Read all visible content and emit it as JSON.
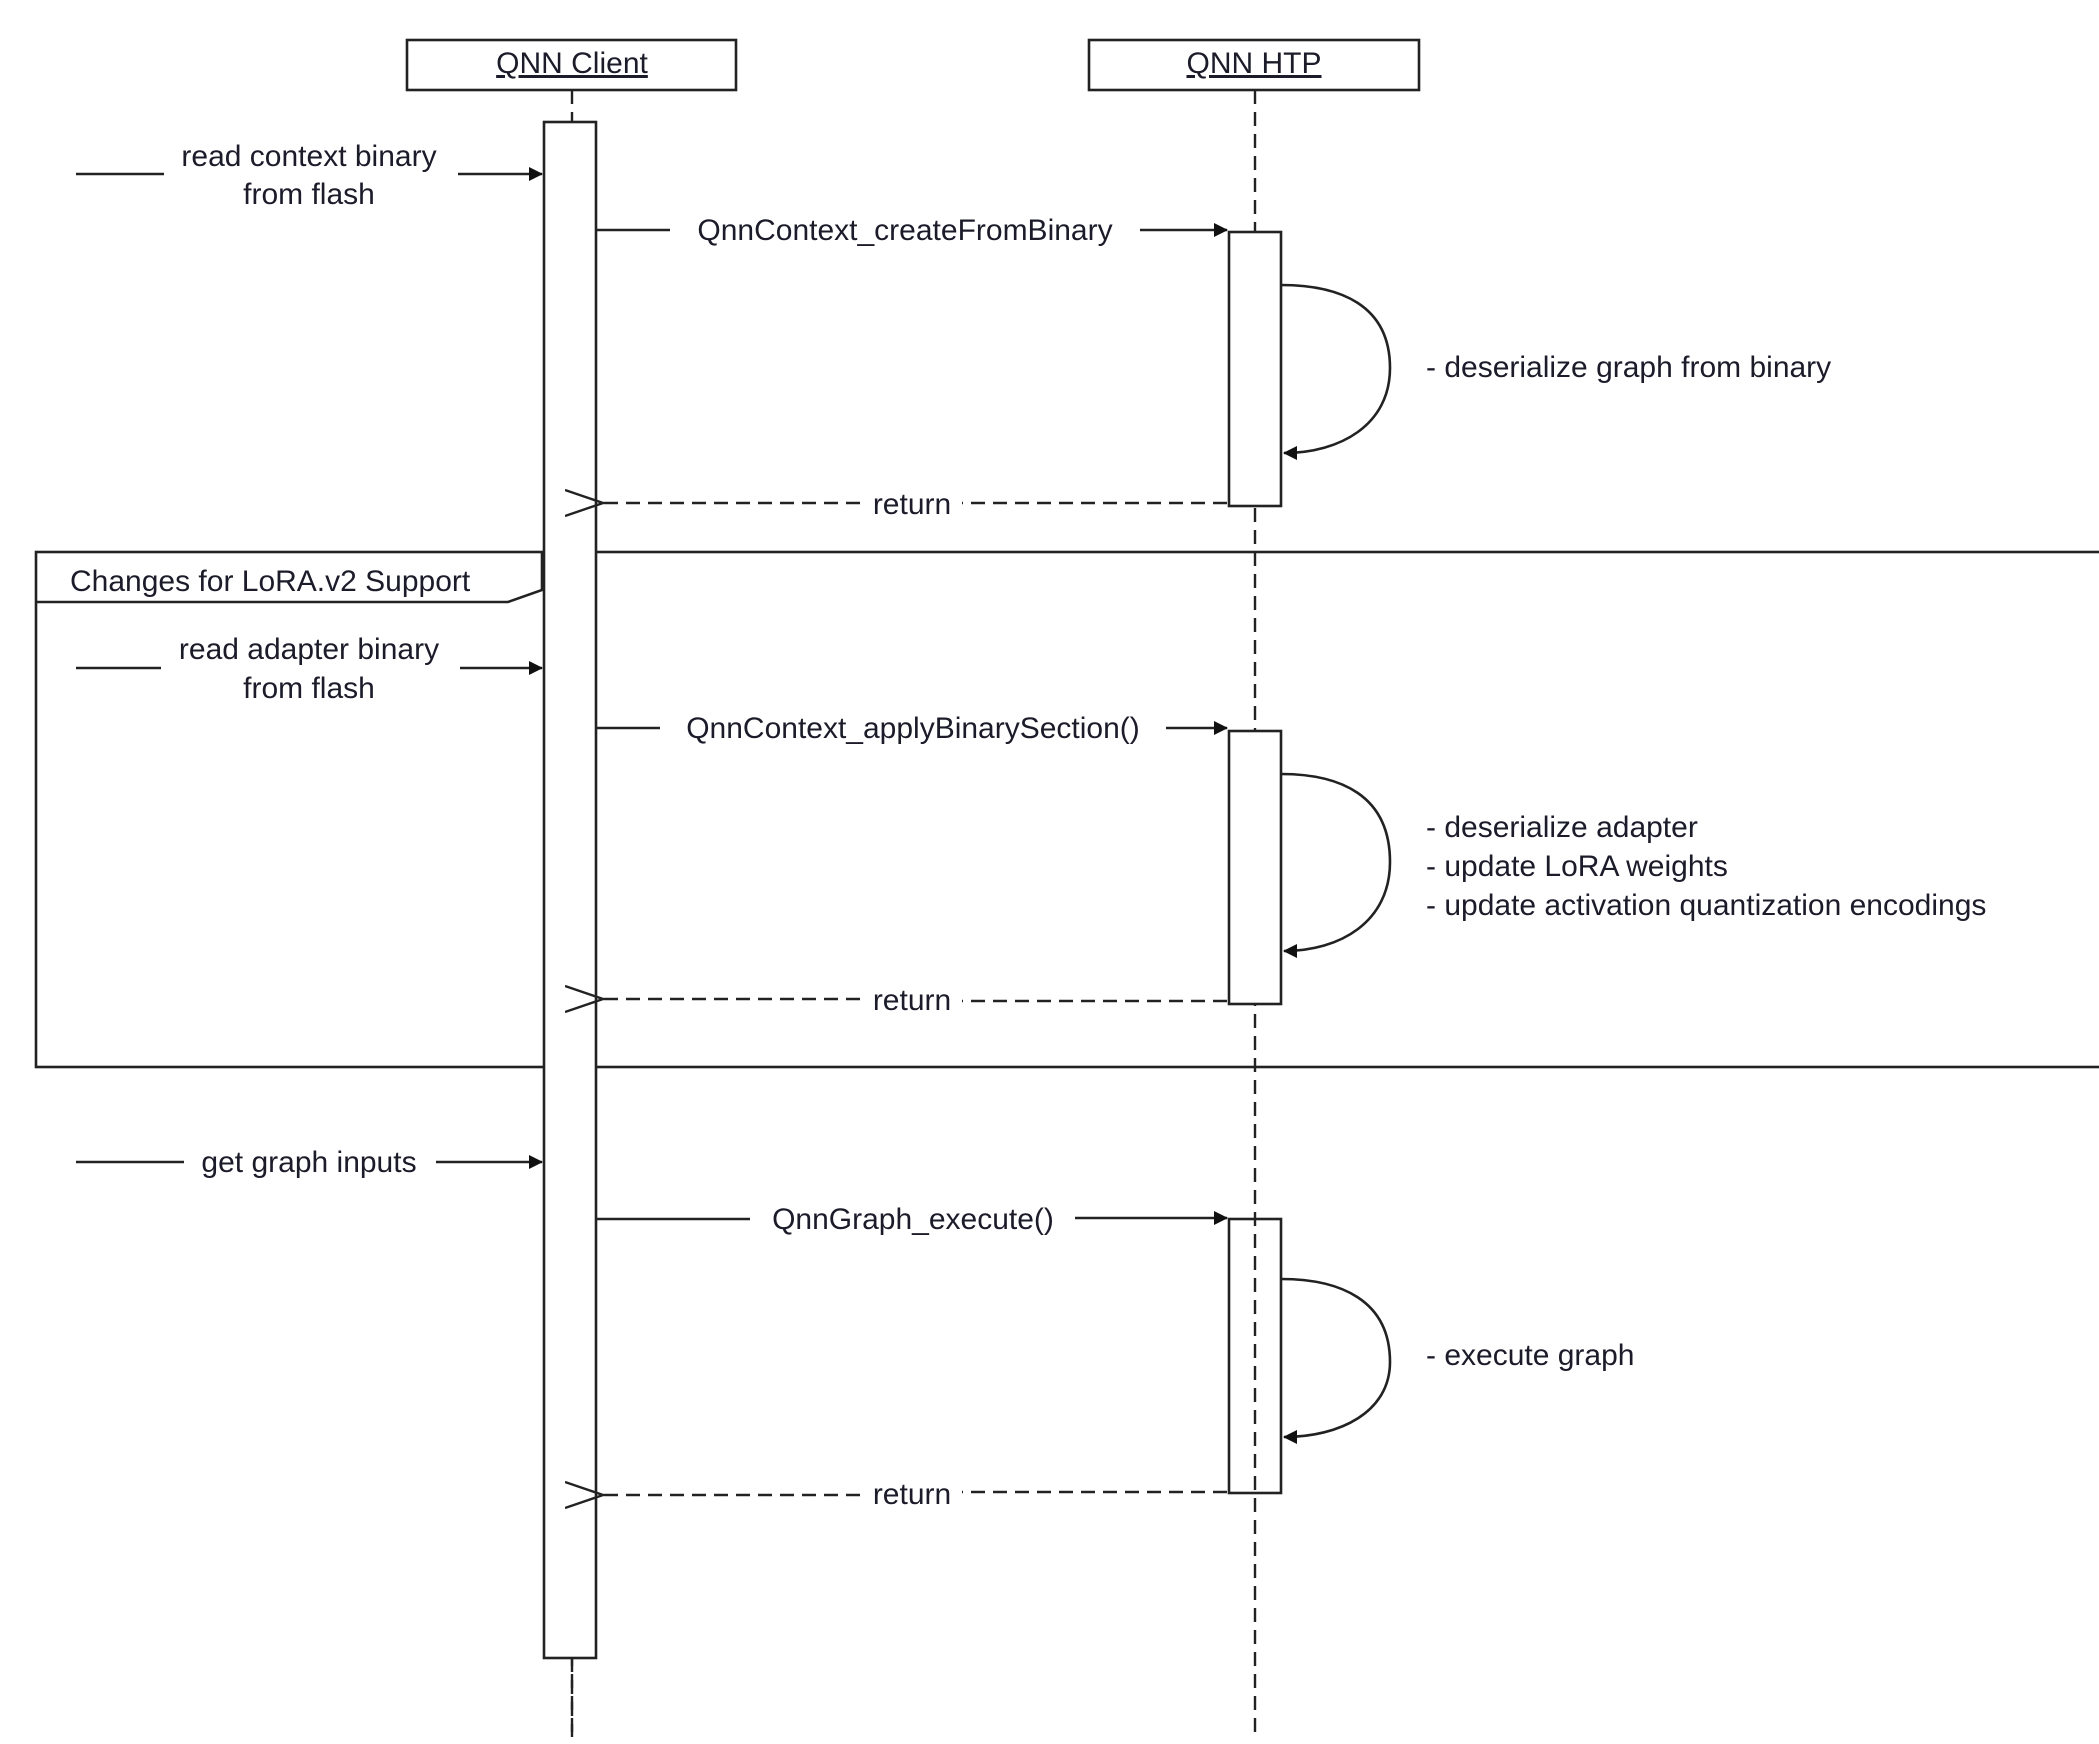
{
  "participants": {
    "client": "QNN Client",
    "htp": "QNN HTP"
  },
  "messages": {
    "read_context": [
      "read context binary",
      "from flash"
    ],
    "create_from_binary": "QnnContext_createFromBinary",
    "deserialize_graph": "- deserialize graph from binary",
    "return1": "return",
    "read_adapter": [
      "read adapter binary",
      "from flash"
    ],
    "apply_binary_section": "QnnContext_applyBinarySection()",
    "adapter_notes": [
      "- deserialize adapter",
      "- update LoRA weights",
      "- update activation quantization encodings"
    ],
    "return2": "return",
    "get_inputs": "get graph inputs",
    "graph_execute": "QnnGraph_execute()",
    "execute_note": "- execute graph",
    "return3": "return"
  },
  "frame": {
    "label": "Changes for LoRA.v2 Support"
  }
}
